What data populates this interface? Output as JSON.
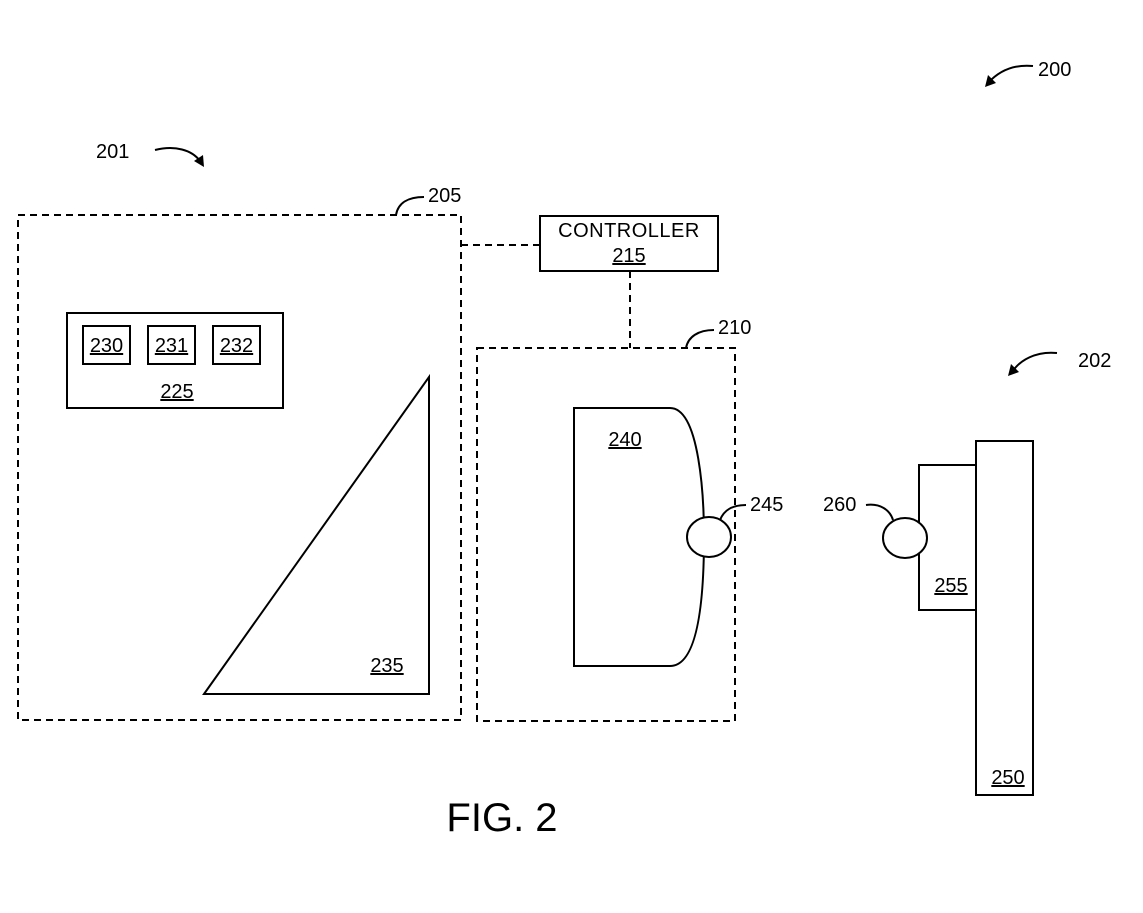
{
  "figure": {
    "caption": "FIG. 2",
    "ref_200": "200",
    "ref_201": "201",
    "ref_202": "202",
    "ref_205": "205",
    "ref_210": "210",
    "controller": {
      "label": "CONTROLLER",
      "number": "215"
    },
    "ref_225": "225",
    "ref_230": "230",
    "ref_231": "231",
    "ref_232": "232",
    "ref_235": "235",
    "ref_240": "240",
    "ref_245": "245",
    "ref_250": "250",
    "ref_255": "255",
    "ref_260": "260"
  }
}
